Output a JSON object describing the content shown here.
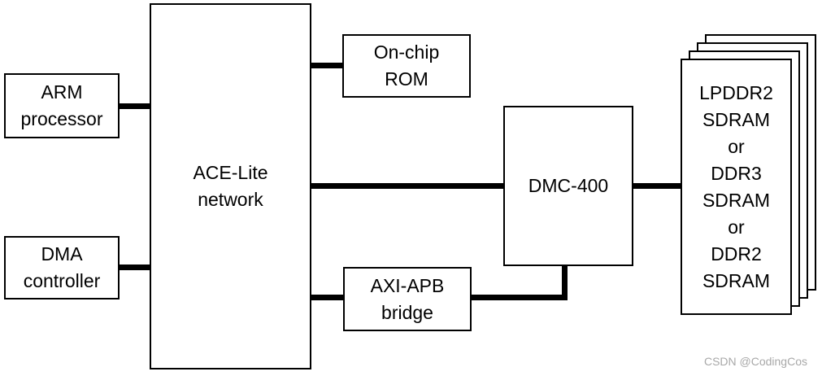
{
  "colors": {
    "line": "#000000",
    "box_fill": "#ffffff",
    "box_border": "#000000",
    "watermark_text": "#a8a8a8",
    "background": "#ffffff"
  },
  "nodes": {
    "arm": {
      "lines": [
        "ARM",
        "processor"
      ]
    },
    "dma": {
      "lines": [
        "DMA",
        "controller"
      ]
    },
    "ace": {
      "lines": [
        "ACE-Lite",
        "network"
      ]
    },
    "rom": {
      "lines": [
        "On-chip",
        "ROM"
      ]
    },
    "bridge": {
      "lines": [
        "AXI-APB",
        "bridge"
      ]
    },
    "dmc": {
      "lines": [
        "DMC-400"
      ]
    },
    "sdram": {
      "lines": [
        "LPDDR2",
        "SDRAM",
        "or",
        "DDR3",
        "SDRAM",
        "or",
        "DDR2",
        "SDRAM"
      ],
      "stacked_pages": 4
    }
  },
  "edges": [
    {
      "from": "arm",
      "to": "ace"
    },
    {
      "from": "dma",
      "to": "ace"
    },
    {
      "from": "ace",
      "to": "rom"
    },
    {
      "from": "ace",
      "to": "dmc"
    },
    {
      "from": "ace",
      "to": "bridge"
    },
    {
      "from": "bridge",
      "to": "dmc"
    },
    {
      "from": "dmc",
      "to": "sdram"
    }
  ],
  "watermark": {
    "text": "CSDN @CodingCos"
  }
}
